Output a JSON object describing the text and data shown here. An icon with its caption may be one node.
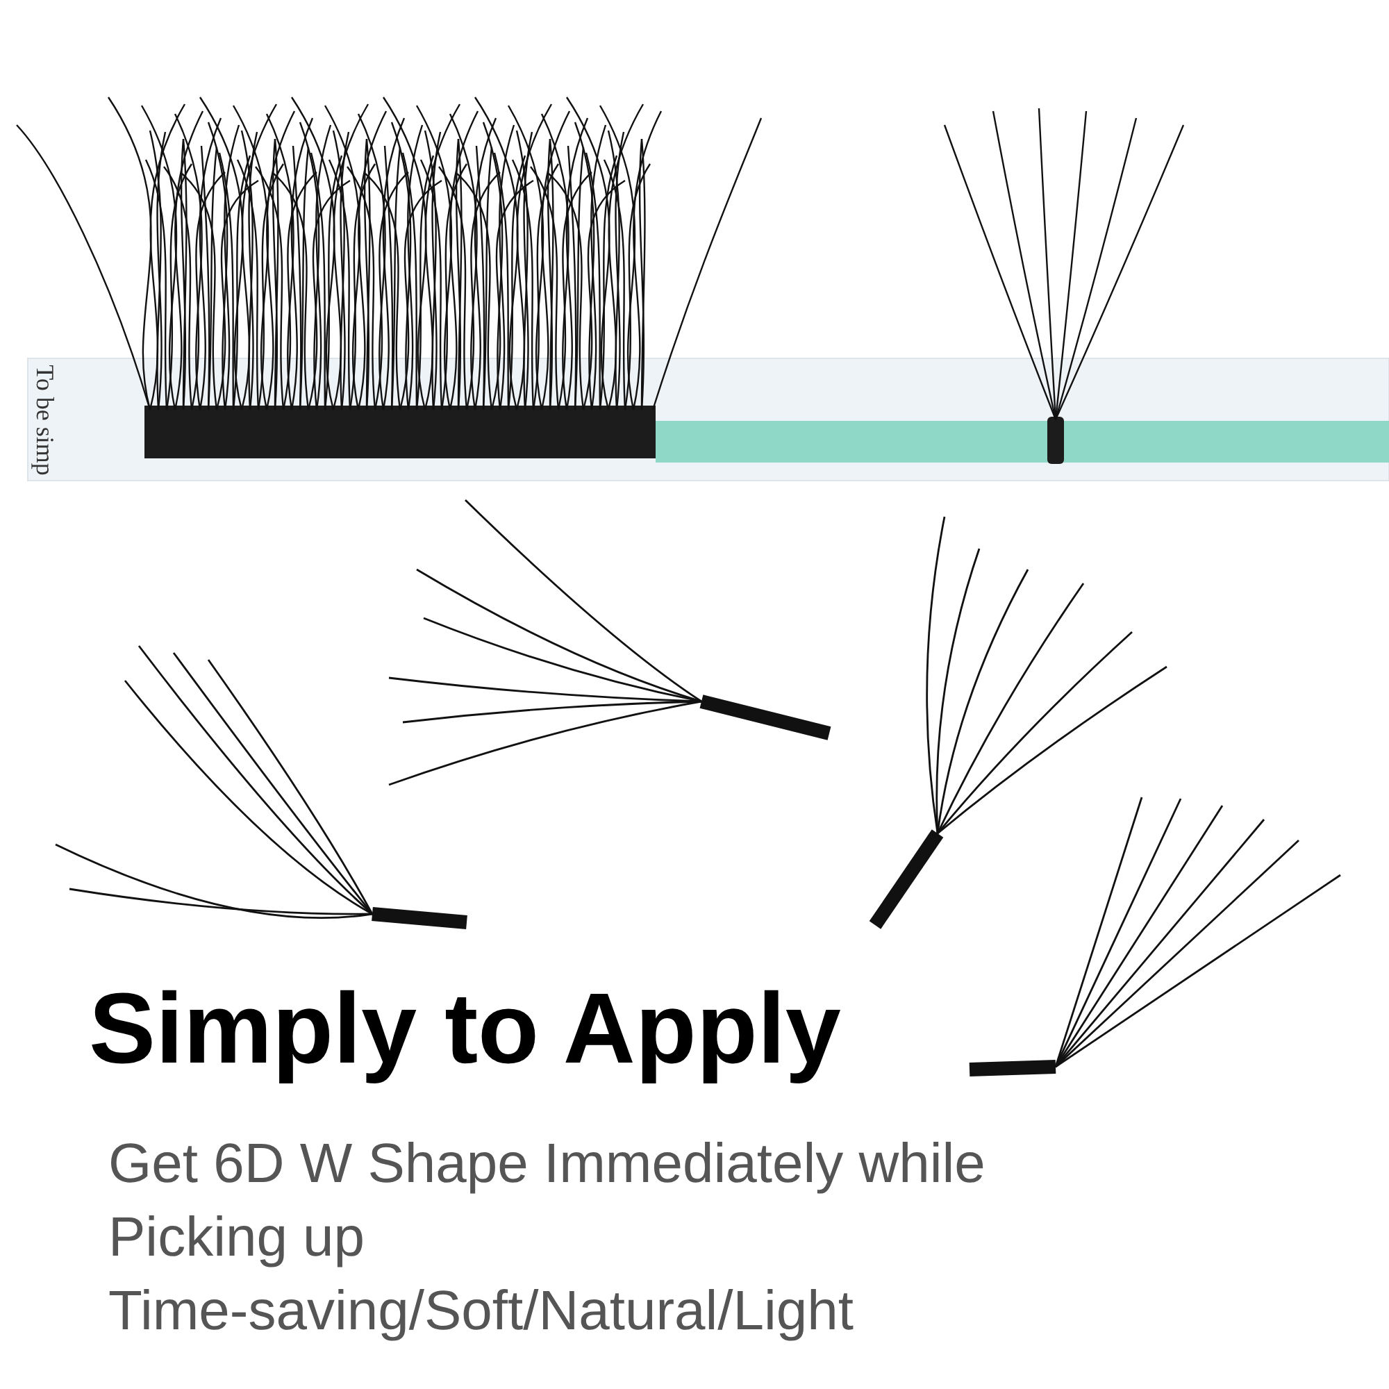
{
  "diagram": {
    "title": "Simply to Apply",
    "labels": [
      "To be simp",
      "Get 6D W Shape Immediately while Picking up",
      "Time-saving/Soft/Natural/Light"
    ]
  }
}
